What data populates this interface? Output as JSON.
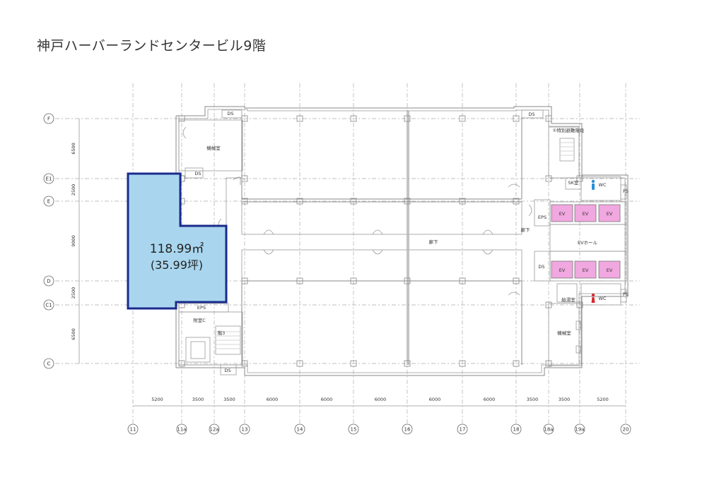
{
  "title": "神戸ハーバーランドセンタービル9階",
  "unit_area": {
    "area": "118.99㎡",
    "tsubo": "(35.99坪)",
    "fill": "#a9d6ee",
    "stroke": "#1a2a8c"
  },
  "rows": {
    "labels": [
      "F",
      "E1",
      "E",
      "D",
      "C1",
      "C"
    ],
    "dims": [
      "6500",
      "2500",
      "9000",
      "2500",
      "6500"
    ]
  },
  "columns": {
    "labels": [
      "11",
      "11a",
      "12a",
      "13",
      "14",
      "15",
      "16",
      "17",
      "18",
      "18a",
      "19a",
      "20"
    ],
    "dims": [
      "5200",
      "3500",
      "3500",
      "6000",
      "6000",
      "6000",
      "6000",
      "6000",
      "3500",
      "3500",
      "5200"
    ]
  },
  "rooms": {
    "ds_top_left": "DS",
    "ds_top_right": "DS",
    "ds_mid_left": "DS",
    "ds_bottom_left": "DS",
    "ds_core": "DS",
    "machine_room_top": "機械室",
    "machine_room_bottom": "機械室",
    "stair_special": "①特別避難階段",
    "sk_room": "SK室",
    "ps_top": "PS",
    "ps_bottom": "PS",
    "wc_top": "WC",
    "wc_bottom": "WC",
    "eps_right": "EPS",
    "eps_left": "EPS",
    "corridor_right": "廊下",
    "corridor_main": "廊下",
    "ev_hall": "EVホール",
    "ev": "EV",
    "annex_c": "附室C",
    "stair_3": "階3",
    "water_room": "給湯室"
  },
  "colors": {
    "ev_fill": "#f1a7df",
    "male_icon": "#2b8fd6",
    "female_icon": "#d8282e"
  },
  "icons": {
    "male": "male-person-icon",
    "female": "female-person-icon"
  }
}
